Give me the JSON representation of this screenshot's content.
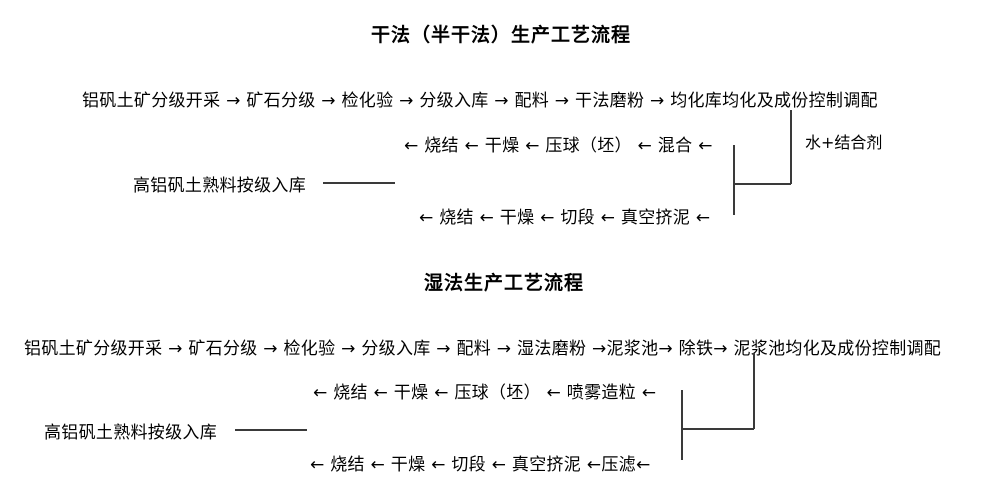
{
  "document": {
    "sections": [
      {
        "id": "dry",
        "title": "干法（半干法）生产工艺流程",
        "rows": [
          "铝矾土矿分级开采 → 矿石分级 → 检化验 → 分级入库 → 配料 → 干法磨粉 → 均化库均化及成份控制调配",
          "← 烧结 ← 干燥 ← 压球（坯） ← 混合 ←",
          "高铝矾土熟料按级入库",
          "← 烧结 ← 干燥 ← 切段 ← 真空挤泥 ←"
        ],
        "note": "水+结合剂"
      },
      {
        "id": "wet",
        "title": "湿法生产工艺流程",
        "rows": [
          "铝矾土矿分级开采 → 矿石分级 → 检化验 → 分级入库 → 配料 → 湿法磨粉 →泥浆池→ 除铁→ 泥浆池均化及成份控制调配",
          "← 烧结 ← 干燥 ← 压球（坯） ← 喷雾造粒 ←",
          "高铝矾土熟料按级入库",
          "← 烧结 ← 干燥 ← 切段 ← 真空挤泥 ←压滤←"
        ]
      }
    ],
    "colors": {
      "text": "#000000",
      "line": "#3a3a3a",
      "background": "#ffffff"
    }
  }
}
